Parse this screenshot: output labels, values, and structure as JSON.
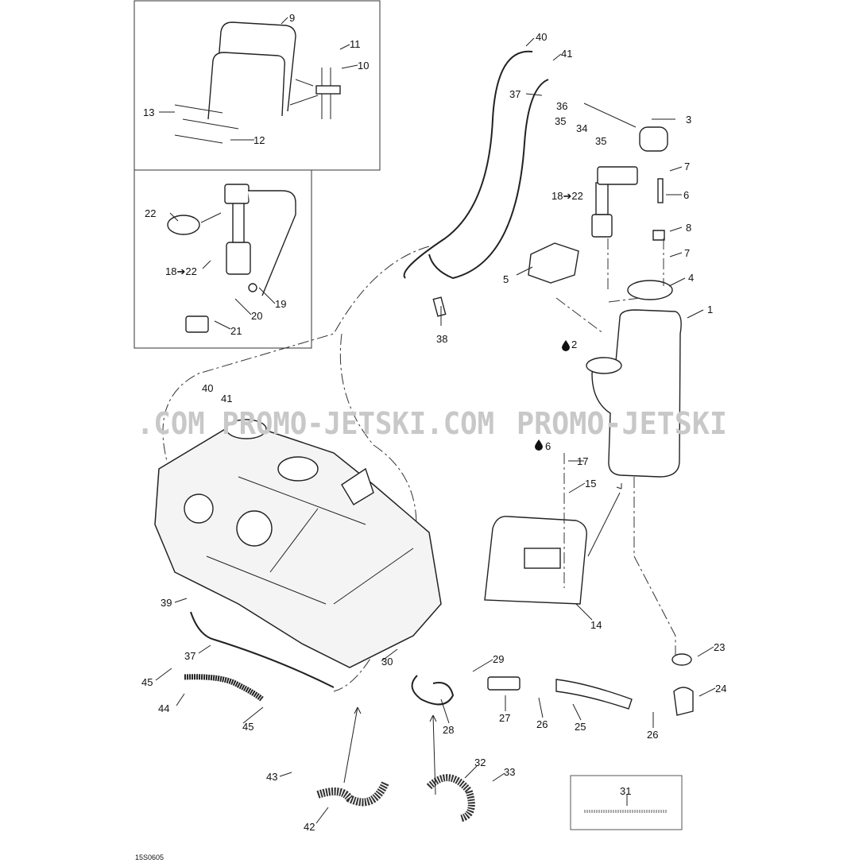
{
  "diagram": {
    "code": "15S0605",
    "watermark_left": ".COM  PROMO-JETSKI.COM",
    "watermark_right": "PROMO-JETSKI",
    "callouts": [
      "9",
      "11",
      "10",
      "13",
      "12",
      "22",
      "18➔22",
      "19",
      "20",
      "21",
      "40",
      "41",
      "37",
      "36",
      "35",
      "34",
      "35",
      "3",
      "7",
      "6",
      "18➔22",
      "8",
      "7",
      "5",
      "4",
      "38",
      "1",
      "2",
      "40",
      "41",
      "6",
      "17",
      "15",
      "14",
      "23",
      "24",
      "39",
      "37",
      "30",
      "29",
      "45",
      "44",
      "45",
      "27",
      "26",
      "25",
      "26",
      "28",
      "32",
      "33",
      "43",
      "42",
      "31"
    ],
    "drop_icon": "oil-drop-icon"
  }
}
